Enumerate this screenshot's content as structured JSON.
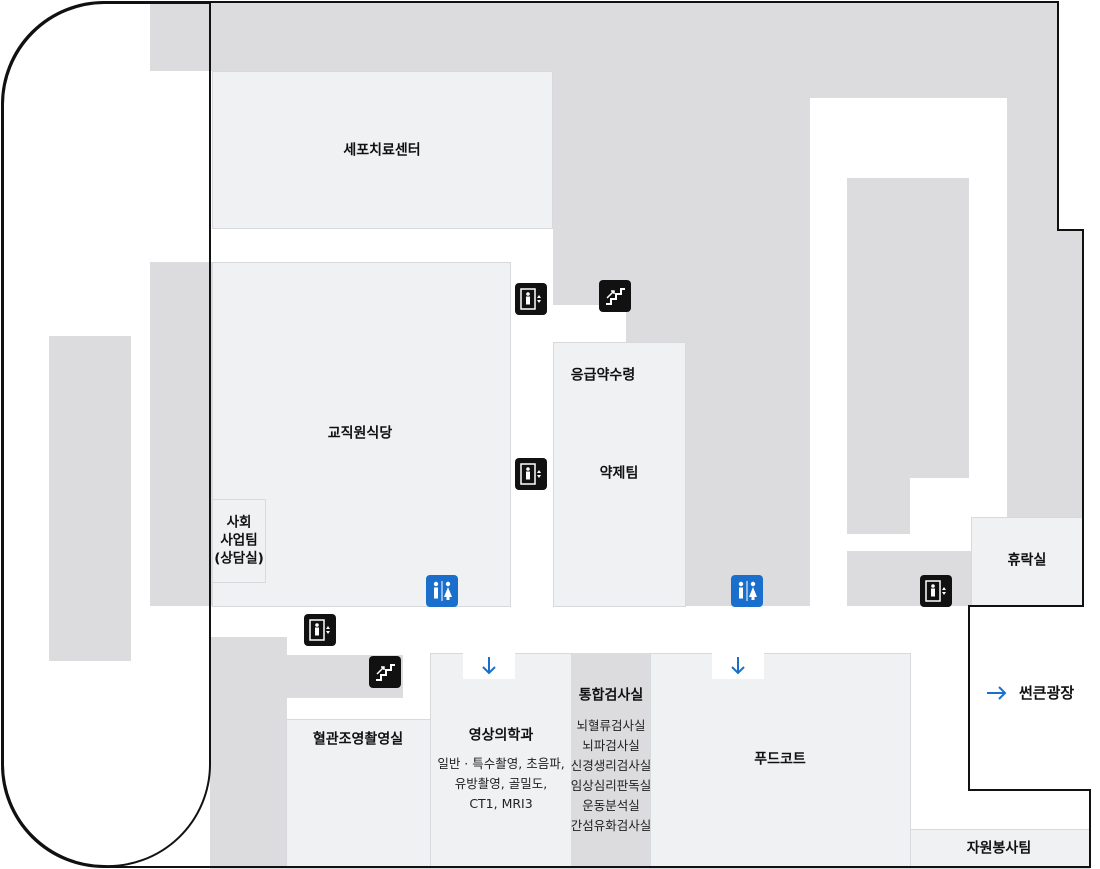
{
  "map": {
    "rooms": {
      "cell_therapy": "세포치료센터",
      "staff_cafeteria": "교직원식당",
      "social_work": "사회\n사업팀\n(상담실)",
      "emergency_pharmacy": "응급약수령",
      "pharmacy_team": "약제팀",
      "lounge": "휴락실",
      "angiography": "혈관조영촬영실",
      "radiology": "영상의학과",
      "integrated_test": "통합검사실",
      "food_court": "푸드코트",
      "volunteer_team": "자원봉사팀"
    },
    "radiology_details": [
      "일반 · 특수촬영, 초음파,",
      "유방촬영, 골밀도,",
      "CT1, MRI3"
    ],
    "integrated_test_details": [
      "뇌혈류검사실",
      "뇌파검사실",
      "신경생리검사실",
      "임상심리판독실",
      "운동분석실",
      "간섬유화검사실"
    ],
    "exit_label": "썬큰광장",
    "colors": {
      "room_light": "#f0f1f3",
      "room_gray": "#dcdcde",
      "icon_dark": "#111111",
      "icon_restroom": "#1a6fcc",
      "arrow_blue": "#1a6fcc"
    },
    "icons": [
      "elevator-icon",
      "stairs-icon",
      "restroom-icon",
      "arrow-down-icon",
      "arrow-right-icon"
    ]
  }
}
